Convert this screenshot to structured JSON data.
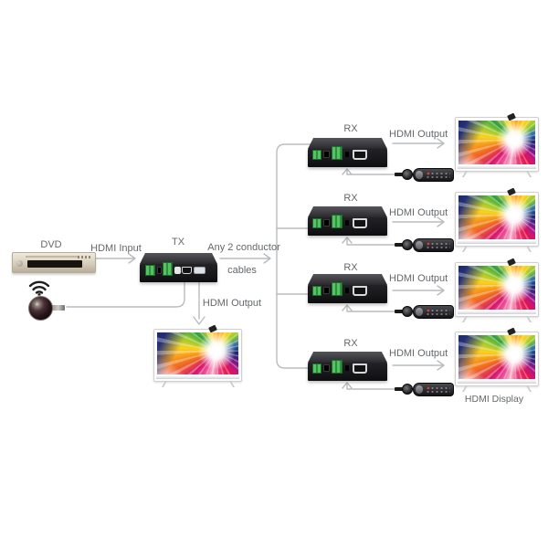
{
  "diagram": {
    "source_label": "DVD",
    "input_label": "HDMI Input",
    "transmitter_label": "TX",
    "link_label_line1": "Any 2 conductor",
    "link_label_line2": "cables",
    "tx_output_label": "HDMI Output",
    "display_caption": "HDMI Display"
  },
  "receivers": [
    {
      "label": "RX",
      "output_label": "HDMI Output"
    },
    {
      "label": "RX",
      "output_label": "HDMI Output"
    },
    {
      "label": "RX",
      "output_label": "HDMI Output"
    },
    {
      "label": "RX",
      "output_label": "HDMI Output"
    }
  ],
  "icons": {
    "ir_signal": "wifi-waves-icon",
    "ir_receiver": "ir-eye",
    "ir_emitter": "ir-emitter-plug",
    "remote": "remote-control"
  },
  "colors": {
    "background": "#ffffff",
    "line": "#b9bcbe",
    "text": "#64686b",
    "device": "#141417",
    "terminal_green": "#3fae4e"
  }
}
